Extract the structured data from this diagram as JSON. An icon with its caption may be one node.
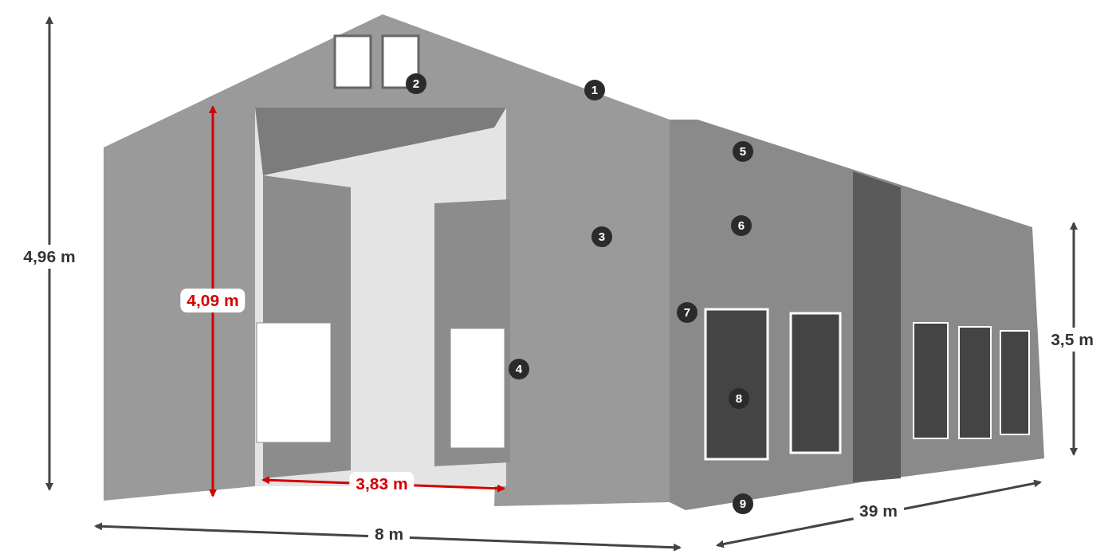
{
  "diagram": {
    "labels": [
      "1",
      "2",
      "3",
      "4",
      "5",
      "6",
      "7",
      "8",
      "9",
      "4,96 m",
      "4,09 m",
      "3,83 m",
      "8 m",
      "39 m",
      "3,5 m"
    ]
  }
}
